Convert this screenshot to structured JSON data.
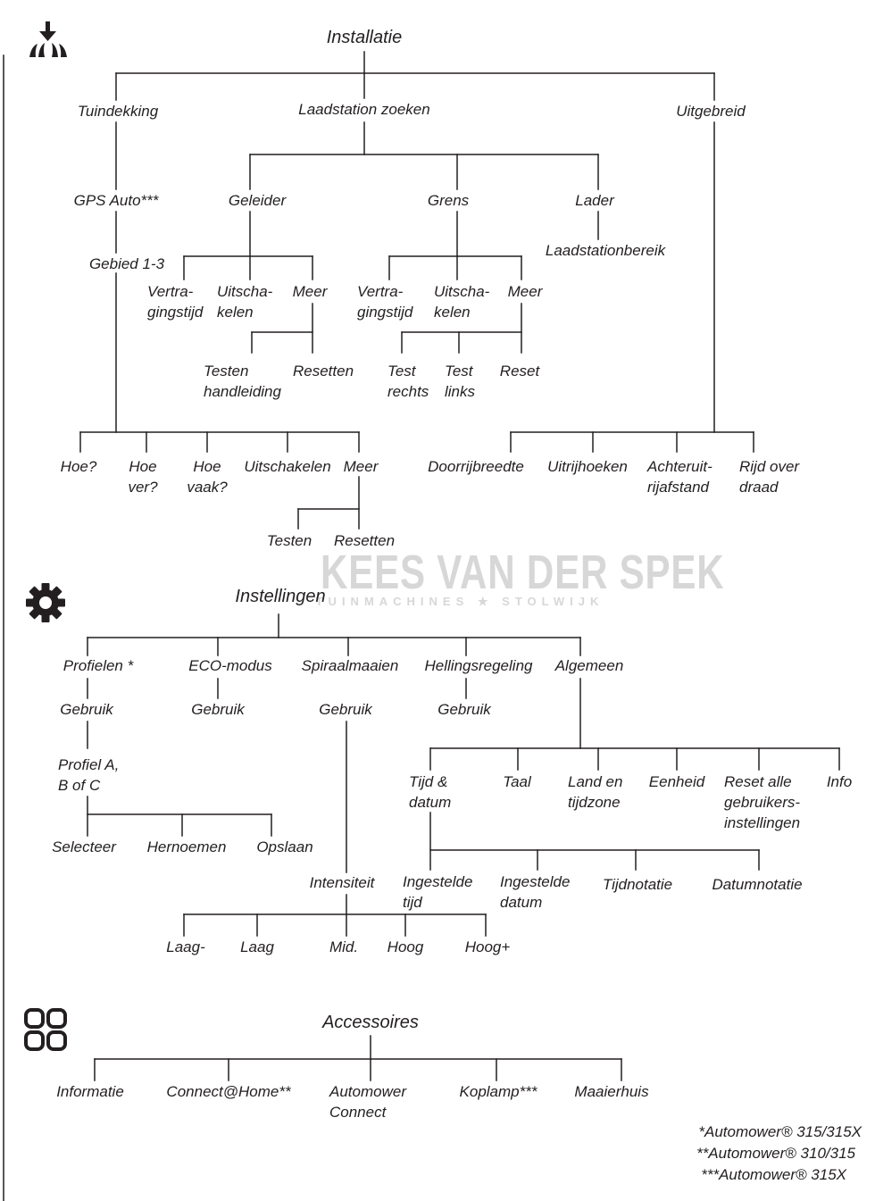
{
  "watermark": {
    "line1": "KEES VAN DER SPEK",
    "line2": "TUINMACHINES ★ STOLWIJK"
  },
  "icons": {
    "installation": "mower-install-icon",
    "settings": "gear-icon",
    "accessories": "grid-icon"
  },
  "sections": {
    "installatie": {
      "title": "Installatie",
      "tuindekking": "Tuindekking",
      "gps_auto": "GPS Auto***",
      "gebied": "Gebied 1-3",
      "laadstation_zoeken": "Laadstation zoeken",
      "geleider": "Geleider",
      "geleider_vertraging": "Vertra-\ngingstijd",
      "geleider_uitschakelen": "Uitscha-\nkelen",
      "geleider_meer": "Meer",
      "geleider_testen": "Testen\nhandleiding",
      "geleider_resetten": "Resetten",
      "grens": "Grens",
      "grens_vertraging": "Vertra-\ngingstijd",
      "grens_uitschakelen": "Uitscha-\nkelen",
      "grens_meer": "Meer",
      "test_rechts": "Test\nrechts",
      "test_links": "Test\nlinks",
      "reset": "Reset",
      "lader": "Lader",
      "laadstationbereik": "Laadstationbereik",
      "uitgebreid": "Uitgebreid",
      "hoe": "Hoe?",
      "hoe_ver": "Hoe\nver?",
      "hoe_vaak": "Hoe\nvaak?",
      "uitschakelen": "Uitschakelen",
      "meer": "Meer",
      "testen": "Testen",
      "resetten": "Resetten",
      "doorrijbreedte": "Doorrijbreedte",
      "uitrijhoeken": "Uitrijhoeken",
      "achteruitrijafstand": "Achteruit-\nrijafstand",
      "rijd_over_draad": "Rijd over\ndraad"
    },
    "instellingen": {
      "title": "Instellingen",
      "profielen": "Profielen *",
      "profielen_gebruik": "Gebruik",
      "profiel_abc": "Profiel A,\nB of C",
      "selecteer": "Selecteer",
      "hernoemen": "Hernoemen",
      "opslaan": "Opslaan",
      "eco": "ECO-modus",
      "eco_gebruik": "Gebruik",
      "spiraal": "Spiraalmaaien",
      "spiraal_gebruik": "Gebruik",
      "intensiteit": "Intensiteit",
      "laag_min": "Laag-",
      "laag": "Laag",
      "mid": "Mid.",
      "hoog": "Hoog",
      "hoog_plus": "Hoog+",
      "helling": "Hellingsregeling",
      "helling_gebruik": "Gebruik",
      "algemeen": "Algemeen",
      "tijd_datum": "Tijd &\ndatum",
      "taal": "Taal",
      "land_tijdzone": "Land en\ntijdzone",
      "eenheid": "Eenheid",
      "reset_alle": "Reset alle\ngebruikers-\ninstellingen",
      "info": "Info",
      "ingestelde_tijd": "Ingestelde\ntijd",
      "ingestelde_datum": "Ingestelde\ndatum",
      "tijdnotatie": "Tijdnotatie",
      "datumnotatie": "Datumnotatie"
    },
    "accessoires": {
      "title": "Accessoires",
      "informatie": "Informatie",
      "connect_home": "Connect@Home**",
      "automower_connect": "Automower\nConnect",
      "koplamp": "Koplamp***",
      "maaierhuis": "Maaierhuis"
    }
  },
  "footnotes": {
    "f1": "*Automower® 315/315X",
    "f2": "**Automower® 310/315",
    "f3": "***Automower® 315X"
  }
}
